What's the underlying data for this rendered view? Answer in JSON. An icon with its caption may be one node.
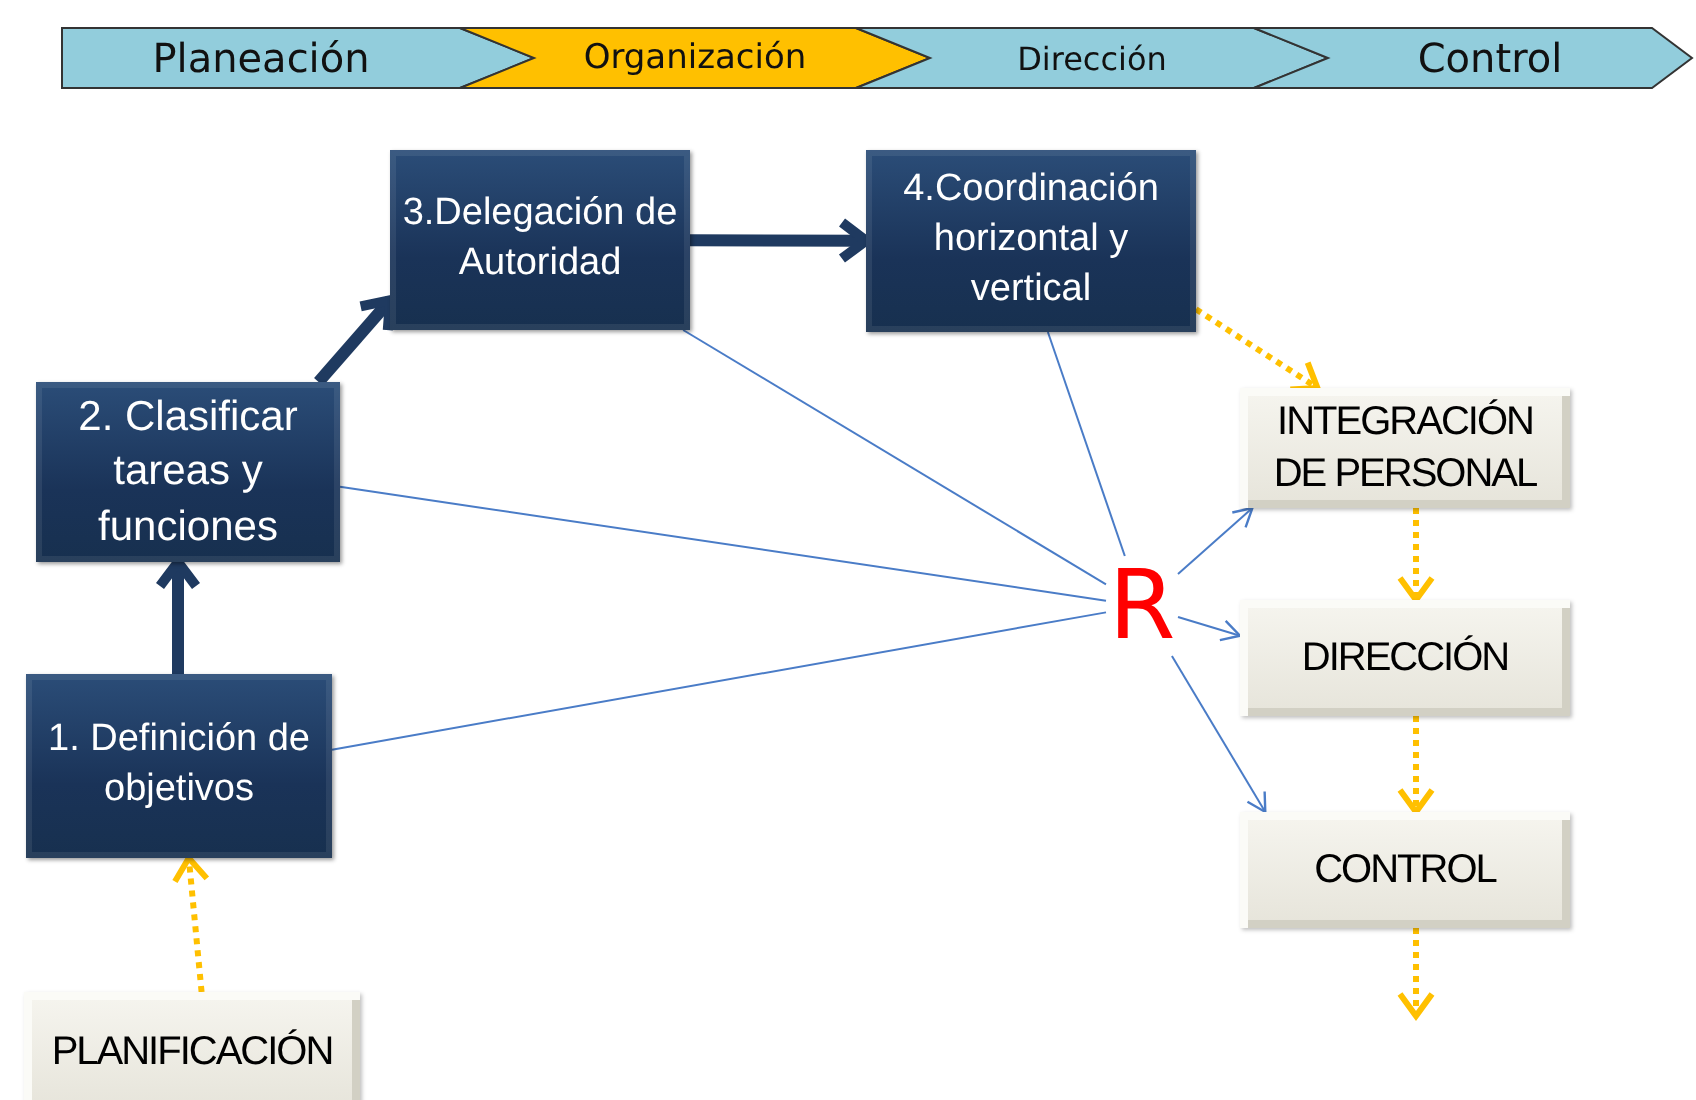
{
  "diagram": {
    "nodes": [
      {
        "text": [
          "Planeación"
        ]
      },
      {
        "text": [
          "Organización"
        ]
      },
      {
        "text": [
          "Dirección"
        ]
      },
      {
        "text": [
          "Control"
        ]
      },
      {
        "text": [
          "3.Delegación de Autoridad"
        ]
      },
      {
        "text": [
          "4.Coordinación horizontal y vertical"
        ]
      },
      {
        "text": [
          "2. Clasificar tareas y funciones"
        ]
      },
      {
        "text": [
          "R"
        ]
      },
      {
        "text": [
          "INTEGRACIÓN DE PERSONAL"
        ]
      },
      {
        "text": [
          "1. Definición de objetivos"
        ]
      },
      {
        "text": [
          "DIRECCIÓN"
        ]
      },
      {
        "text": [
          "CONTROL"
        ]
      },
      {
        "text": [
          "PLANIFICACIÓN"
        ]
      }
    ],
    "edges": [
      {
        "from": 9,
        "to": 6,
        "arrow": "to",
        "style": "thick",
        "color": "#1f3a60"
      },
      {
        "from": 6,
        "to": 4,
        "arrow": "to",
        "style": "thick",
        "color": "#1f3a60"
      },
      {
        "from": 4,
        "to": 5,
        "arrow": "to",
        "style": "thick",
        "color": "#1f3a60"
      },
      {
        "from": 4,
        "to": 7,
        "arrow": "none"
      },
      {
        "from": 5,
        "to": 7,
        "arrow": "none"
      },
      {
        "from": 6,
        "to": 7,
        "arrow": "none"
      },
      {
        "from": 9,
        "to": 7,
        "arrow": "none"
      },
      {
        "from": 7,
        "to": 8,
        "arrow": "to"
      },
      {
        "from": 7,
        "to": 10,
        "arrow": "to"
      },
      {
        "from": 7,
        "to": 11,
        "arrow": "to"
      },
      {
        "from": 12,
        "to": 9,
        "arrow": "to",
        "style": "dashed",
        "color": "#ffc000"
      },
      {
        "from": 5,
        "to": 8,
        "arrow": "to",
        "style": "dashed",
        "color": "#ffc000"
      },
      {
        "from": 8,
        "to": 10,
        "arrow": "to",
        "style": "dashed",
        "color": "#ffc000"
      },
      {
        "from": 10,
        "to": 11,
        "arrow": "to",
        "style": "dashed",
        "color": "#ffc000"
      },
      {
        "from": 11,
        "to": null,
        "arrow": "to",
        "style": "dashed",
        "color": "#ffc000"
      }
    ]
  }
}
